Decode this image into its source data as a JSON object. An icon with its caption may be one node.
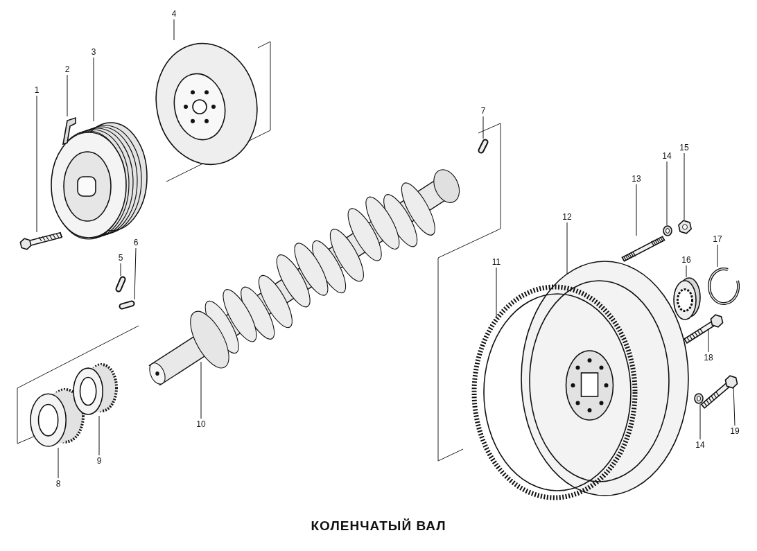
{
  "diagram": {
    "title": "КОЛЕНЧАТЫЙ ВАЛ",
    "nodes": [
      {
        "text": [
          "1"
        ]
      },
      {
        "text": [
          "2"
        ]
      },
      {
        "text": [
          "3"
        ]
      },
      {
        "text": [
          "4"
        ]
      },
      {
        "text": [
          "5"
        ]
      },
      {
        "text": [
          "6"
        ]
      },
      {
        "text": [
          "7"
        ]
      },
      {
        "text": [
          "8"
        ]
      },
      {
        "text": [
          "9"
        ]
      },
      {
        "text": [
          "10"
        ]
      },
      {
        "text": [
          "11"
        ]
      },
      {
        "text": [
          "12"
        ]
      },
      {
        "text": [
          "13"
        ]
      },
      {
        "text": [
          "14"
        ]
      },
      {
        "text": [
          "15"
        ]
      },
      {
        "text": [
          "16"
        ]
      },
      {
        "text": [
          "17"
        ]
      },
      {
        "text": [
          "18"
        ]
      },
      {
        "text": [
          "19"
        ]
      },
      {
        "text": [
          "14"
        ]
      },
      {
        "text": [],
        "shape": "picture"
      },
      {
        "text": [],
        "shape": "picture"
      },
      {
        "text": [],
        "shape": "picture"
      },
      {
        "text": [],
        "shape": "picture"
      },
      {
        "text": [],
        "shape": "picture"
      },
      {
        "text": [],
        "shape": "picture"
      },
      {
        "text": [],
        "shape": "picture"
      },
      {
        "text": [],
        "shape": "picture"
      },
      {
        "text": [],
        "shape": "picture"
      },
      {
        "text": [],
        "shape": "picture"
      },
      {
        "text": [],
        "shape": "picture"
      },
      {
        "text": [],
        "shape": "picture"
      },
      {
        "text": [],
        "shape": "picture"
      },
      {
        "text": [],
        "shape": "picture"
      },
      {
        "text": [],
        "shape": "picture"
      },
      {
        "text": [],
        "shape": "picture"
      },
      {
        "text": [],
        "shape": "picture"
      },
      {
        "text": [],
        "shape": "picture"
      },
      {
        "text": [],
        "shape": "picture"
      },
      {
        "text": [],
        "shape": "picture"
      }
    ],
    "edges": [
      {
        "from": 0,
        "to": 20,
        "arrow": "none"
      },
      {
        "from": 1,
        "to": 21,
        "arrow": "none"
      },
      {
        "from": 2,
        "to": 22,
        "arrow": "none"
      },
      {
        "from": 3,
        "to": 23,
        "arrow": "none"
      },
      {
        "from": 4,
        "to": 24,
        "arrow": "none"
      },
      {
        "from": 5,
        "to": 25,
        "arrow": "none"
      },
      {
        "from": 6,
        "to": 26,
        "arrow": "none"
      },
      {
        "from": 7,
        "to": 27,
        "arrow": "none"
      },
      {
        "from": 8,
        "to": 28,
        "arrow": "none"
      },
      {
        "from": 9,
        "to": 29,
        "arrow": "none"
      },
      {
        "from": 10,
        "to": 30,
        "arrow": "none"
      },
      {
        "from": 11,
        "to": 31,
        "arrow": "none"
      },
      {
        "from": 12,
        "to": 32,
        "arrow": "none"
      },
      {
        "from": 13,
        "to": 33,
        "arrow": "none"
      },
      {
        "from": 14,
        "to": 34,
        "arrow": "none"
      },
      {
        "from": 15,
        "to": 35,
        "arrow": "none"
      },
      {
        "from": 16,
        "to": 36,
        "arrow": "none"
      },
      {
        "from": 17,
        "to": 37,
        "arrow": "none"
      },
      {
        "from": 18,
        "to": 38,
        "arrow": "none"
      },
      {
        "from": 19,
        "to": 39,
        "arrow": "none"
      }
    ]
  }
}
